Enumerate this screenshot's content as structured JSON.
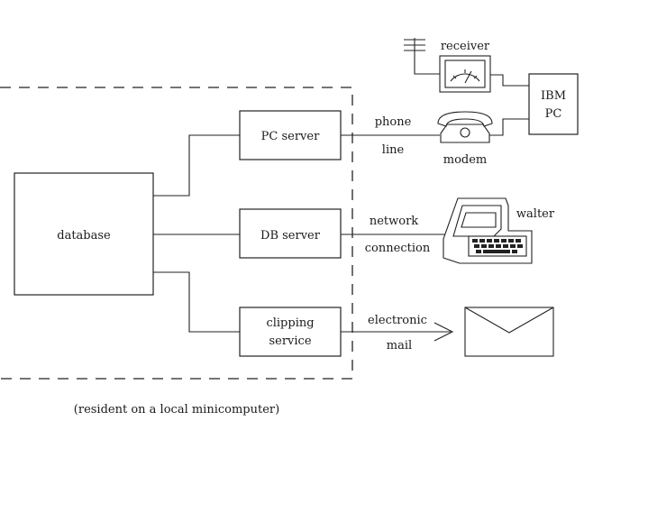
{
  "nodes": {
    "database": "database",
    "pc_server": "PC server",
    "db_server": "DB server",
    "clipping_service": [
      "clipping",
      "service"
    ],
    "ibm_pc": [
      "IBM",
      "PC"
    ],
    "receiver": "receiver",
    "modem": "modem",
    "walter": "walter"
  },
  "edges": {
    "phone_line": [
      "phone",
      "line"
    ],
    "network_connection": [
      "network",
      "connection"
    ],
    "electronic_mail": [
      "electronic",
      "mail"
    ]
  },
  "caption": "(resident on a local minicomputer)"
}
